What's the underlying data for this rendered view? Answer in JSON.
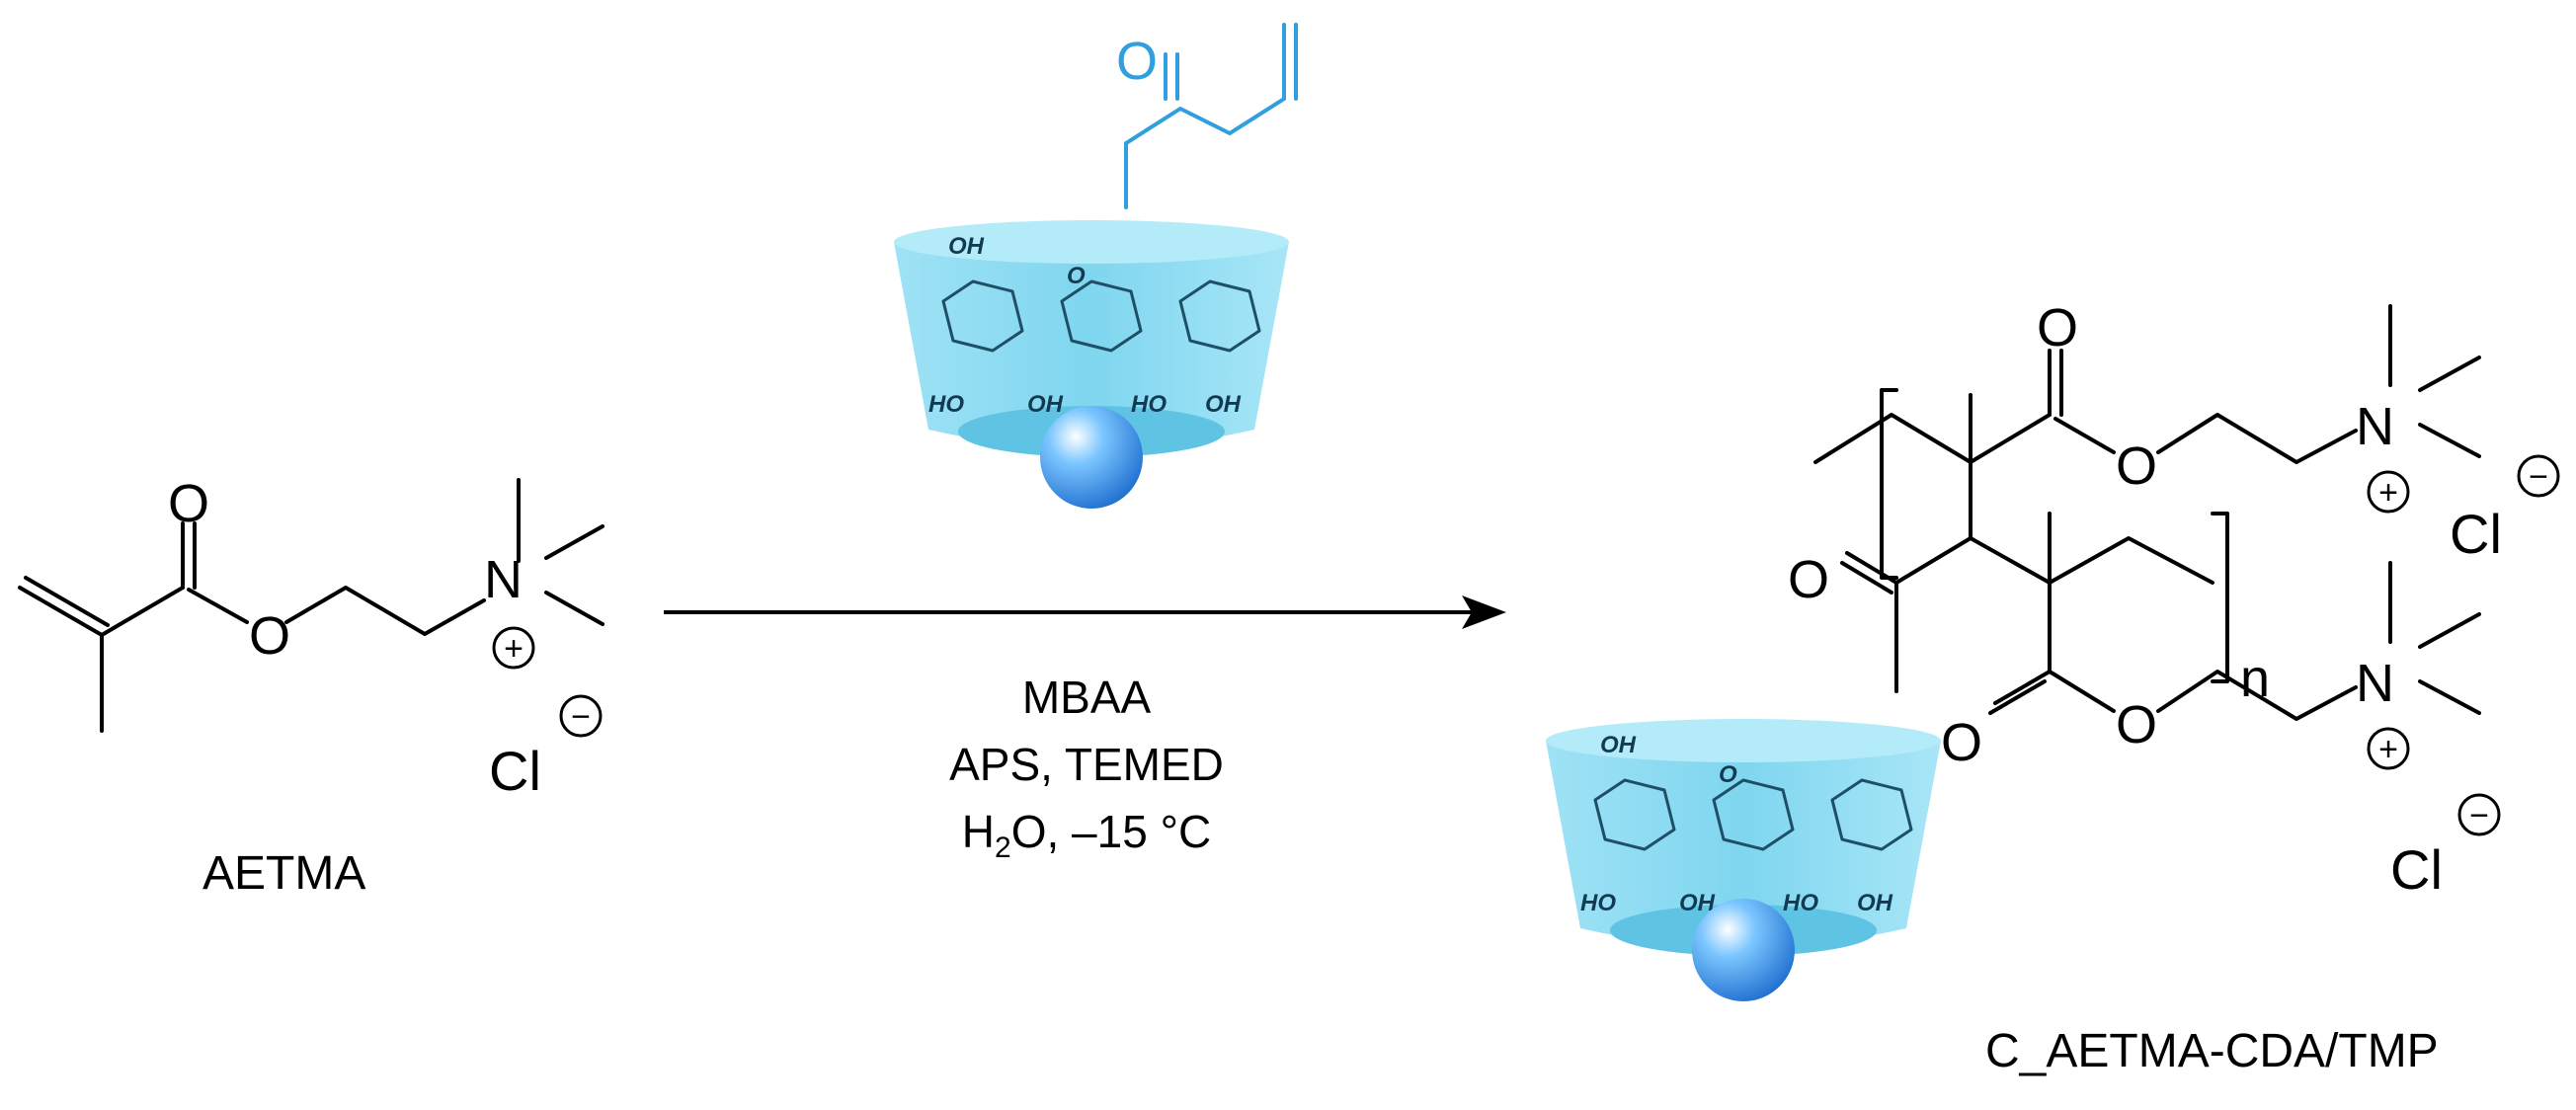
{
  "monomer": {
    "name": "AETMA",
    "atoms": {
      "oxygen": "O",
      "nitrogen": "N",
      "chloride": "Cl",
      "plus": "+",
      "minus": "−"
    }
  },
  "cyclodextrin": {
    "acryl_oxygen": "O",
    "ring_label": "O",
    "hydroxyl": "OH",
    "hydroxyl_alt": "HO",
    "color_body": "#7fd6ef",
    "color_acryl": "#2f9fe0",
    "color_sphere": "#2e8fe0"
  },
  "conditions": {
    "line1": "MBAA",
    "line2": "APS, TEMED",
    "line3_a": "H",
    "line3_sub": "2",
    "line3_b": "O, –15 °C"
  },
  "product": {
    "name": "C_AETMA-CDA/TMP",
    "repeat": "n",
    "atoms": {
      "oxygen": "O",
      "nitrogen": "N",
      "chloride": "Cl",
      "plus": "+",
      "minus": "−"
    }
  }
}
